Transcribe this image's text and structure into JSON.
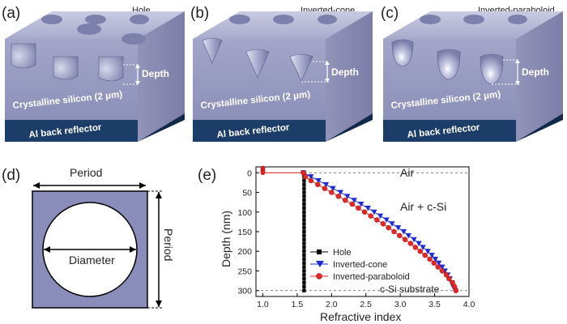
{
  "panels": {
    "a": {
      "letter": "(a)",
      "title": "Hole",
      "depth_label": "Depth",
      "layer1": "Crystalline silicon (2 μm)",
      "layer2": "Al back reflector"
    },
    "b": {
      "letter": "(b)",
      "title": "Inverted-cone",
      "depth_label": "Depth",
      "layer1": "Crystalline silicon (2 μm)",
      "layer2": "Al back reflector"
    },
    "c": {
      "letter": "(c)",
      "title": "Inverted-paraboloid",
      "depth_label": "Depth",
      "layer1": "Crystalline silicon (2 μm)",
      "layer2": "Al back reflector"
    },
    "d": {
      "letter": "(d)",
      "period_top": "Period",
      "period_side": "Period",
      "diameter": "Diameter"
    },
    "e": {
      "letter": "(e)"
    }
  },
  "colors": {
    "silicon": "#9ca0c4",
    "reflector": "#1b3d68",
    "unitcell": "#8a8cba",
    "hole": "#000000",
    "cone": "#1f2bd6",
    "paraboloid": "#e32626"
  },
  "chart_data": {
    "type": "scatter",
    "xlabel": "Refractive index",
    "ylabel": "Depth (nm)",
    "xlim": [
      0.9,
      4.0
    ],
    "ylim": [
      -15,
      315
    ],
    "y_inverted": true,
    "xticks": [
      "1.0",
      "1.5",
      "2.0",
      "2.5",
      "3.0",
      "3.5",
      "4.0"
    ],
    "yticks": [
      "0",
      "50",
      "100",
      "150",
      "200",
      "250",
      "300"
    ],
    "region_labels": {
      "air": "Air",
      "mix": "Air + c-Si",
      "substrate": "c-Si substrate"
    },
    "dashed_lines_y": [
      0,
      300
    ],
    "legend_position": "lower-left",
    "series": [
      {
        "name": "Hole",
        "marker": "square",
        "color": "#000000",
        "x": [
          1.6,
          1.6,
          1.6,
          1.6,
          1.6,
          1.6,
          1.6,
          1.6,
          1.6,
          1.6,
          1.6,
          1.6,
          1.6,
          1.6,
          1.6,
          1.6,
          1.6,
          1.6,
          1.6,
          1.6,
          1.6,
          1.6,
          1.6,
          1.6,
          1.6,
          1.6,
          1.6,
          1.6,
          1.6,
          1.6,
          1.6
        ],
        "y": [
          0,
          10,
          20,
          30,
          40,
          50,
          60,
          70,
          80,
          90,
          100,
          110,
          120,
          130,
          140,
          150,
          160,
          170,
          180,
          190,
          200,
          210,
          220,
          230,
          240,
          250,
          260,
          270,
          280,
          290,
          300
        ]
      },
      {
        "name": "Inverted-cone",
        "marker": "triangle-down",
        "color": "#1f2bd6",
        "x": [
          1.59,
          1.7,
          1.81,
          1.92,
          2.02,
          2.13,
          2.23,
          2.33,
          2.43,
          2.53,
          2.62,
          2.71,
          2.8,
          2.88,
          2.97,
          3.05,
          3.12,
          3.2,
          3.27,
          3.33,
          3.4,
          3.46,
          3.51,
          3.56,
          3.61,
          3.65,
          3.69,
          3.72,
          3.75,
          3.77,
          3.8
        ],
        "y": [
          0,
          10,
          20,
          30,
          40,
          50,
          60,
          70,
          80,
          90,
          100,
          110,
          120,
          130,
          140,
          150,
          160,
          170,
          180,
          190,
          200,
          210,
          220,
          230,
          240,
          250,
          260,
          270,
          280,
          290,
          300
        ]
      },
      {
        "name": "Inverted-paraboloid",
        "marker": "circle",
        "color": "#e32626",
        "x": [
          1.59,
          1.62,
          1.7,
          1.8,
          1.9,
          2.0,
          2.1,
          2.2,
          2.3,
          2.39,
          2.48,
          2.57,
          2.66,
          2.75,
          2.83,
          2.91,
          2.99,
          3.07,
          3.15,
          3.22,
          3.29,
          3.36,
          3.43,
          3.49,
          3.55,
          3.61,
          3.67,
          3.71,
          3.76,
          3.79,
          3.81
        ],
        "y": [
          0,
          10,
          20,
          30,
          40,
          50,
          60,
          70,
          80,
          90,
          100,
          110,
          120,
          130,
          140,
          150,
          160,
          170,
          180,
          190,
          200,
          210,
          220,
          230,
          240,
          250,
          260,
          270,
          280,
          290,
          300
        ]
      }
    ],
    "air_points": {
      "x": [
        1.0,
        1.0,
        1.0,
        1.0
      ],
      "y": [
        -12,
        -8,
        -4,
        0
      ]
    }
  }
}
